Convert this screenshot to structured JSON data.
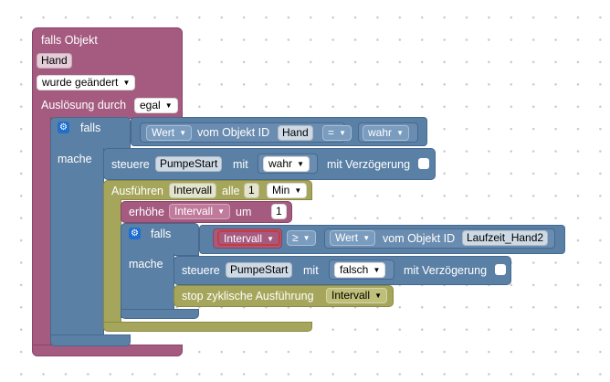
{
  "colors": {
    "event": "#a55b80",
    "logic": "#5b80a5",
    "timer": "#a5a55b",
    "gear": "#1f6fd1"
  },
  "icons": {
    "mutator": "gear-icon",
    "dropdown": "dropdown-arrow-icon"
  },
  "trigger": {
    "label": "falls Objekt",
    "object": "Hand",
    "change": "wurde geändert",
    "trigger_label": "Auslösung durch",
    "trigger_value": "egal"
  },
  "if1": {
    "if_label": "falls",
    "do_label": "mache",
    "cond": {
      "value_dd": "Wert",
      "object_label": "vom Objekt ID",
      "object_id": "Hand",
      "op": "=",
      "rhs": "wahr"
    },
    "control": {
      "label": "steuere",
      "object": "PumpeStart",
      "with": "mit",
      "value": "wahr",
      "delay": "mit Verzögerung"
    }
  },
  "interval": {
    "run_label": "Ausführen",
    "var": "Intervall",
    "every": "alle",
    "count": "1",
    "unit": "Min"
  },
  "increment": {
    "label": "erhöhe",
    "var": "Intervall",
    "by": "um",
    "amount": "1"
  },
  "if2": {
    "if_label": "falls",
    "do_label": "mache",
    "cond": {
      "lhs": "Intervall",
      "op": "≥",
      "value_dd": "Wert",
      "object_label": "vom Objekt ID",
      "object_id": "Laufzeit_Hand2"
    },
    "control": {
      "label": "steuere",
      "object": "PumpeStart",
      "with": "mit",
      "value": "falsch",
      "delay": "mit Verzögerung"
    },
    "stop": {
      "label": "stop zyklische Ausführung",
      "var": "Intervall"
    }
  }
}
